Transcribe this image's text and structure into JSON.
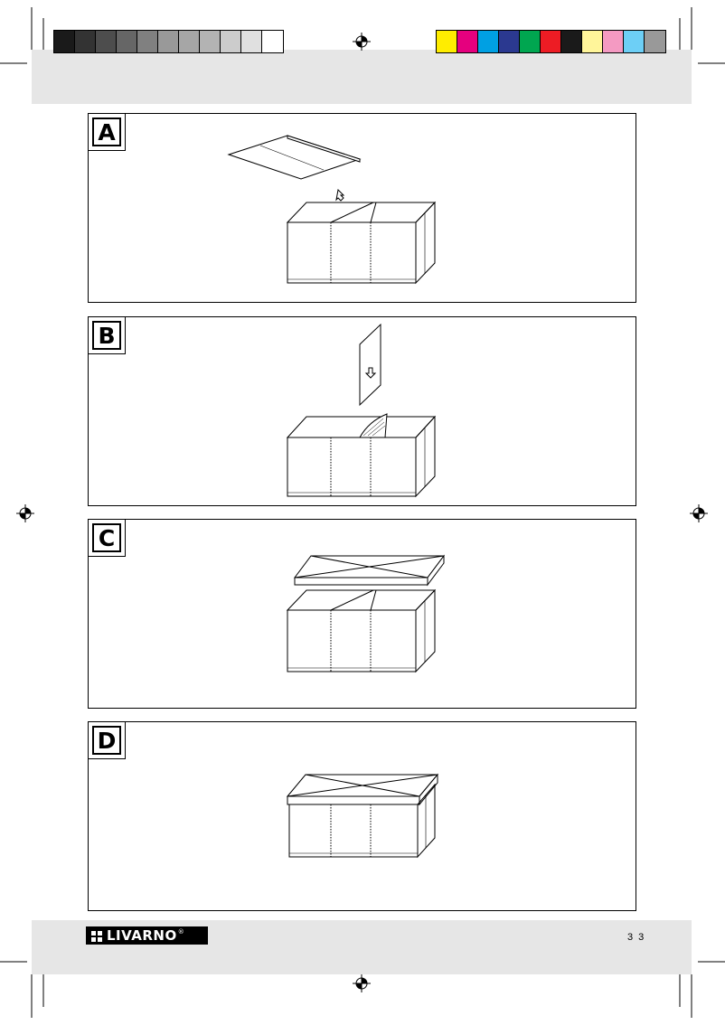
{
  "print_marks": {
    "gray_swatches": [
      "#1a1a1a",
      "#333333",
      "#4d4d4d",
      "#666666",
      "#808080",
      "#999999",
      "#a6a6a6",
      "#b3b3b3",
      "#cccccc",
      "#e0e0e0",
      "#ffffff"
    ],
    "color_swatches": [
      "#ffed00",
      "#e5007e",
      "#00a0e3",
      "#2b3990",
      "#00a650",
      "#ed1c24",
      "#1a1a1a",
      "#fff59a",
      "#f49ac2",
      "#6dcff6",
      "#999999"
    ],
    "registration_icon": "crosshair-target-icon"
  },
  "steps": [
    {
      "label": "A"
    },
    {
      "label": "B"
    },
    {
      "label": "C"
    },
    {
      "label": "D"
    }
  ],
  "footer": {
    "brand": "LIVARNO",
    "registered_mark": "®",
    "page_number": "33"
  }
}
